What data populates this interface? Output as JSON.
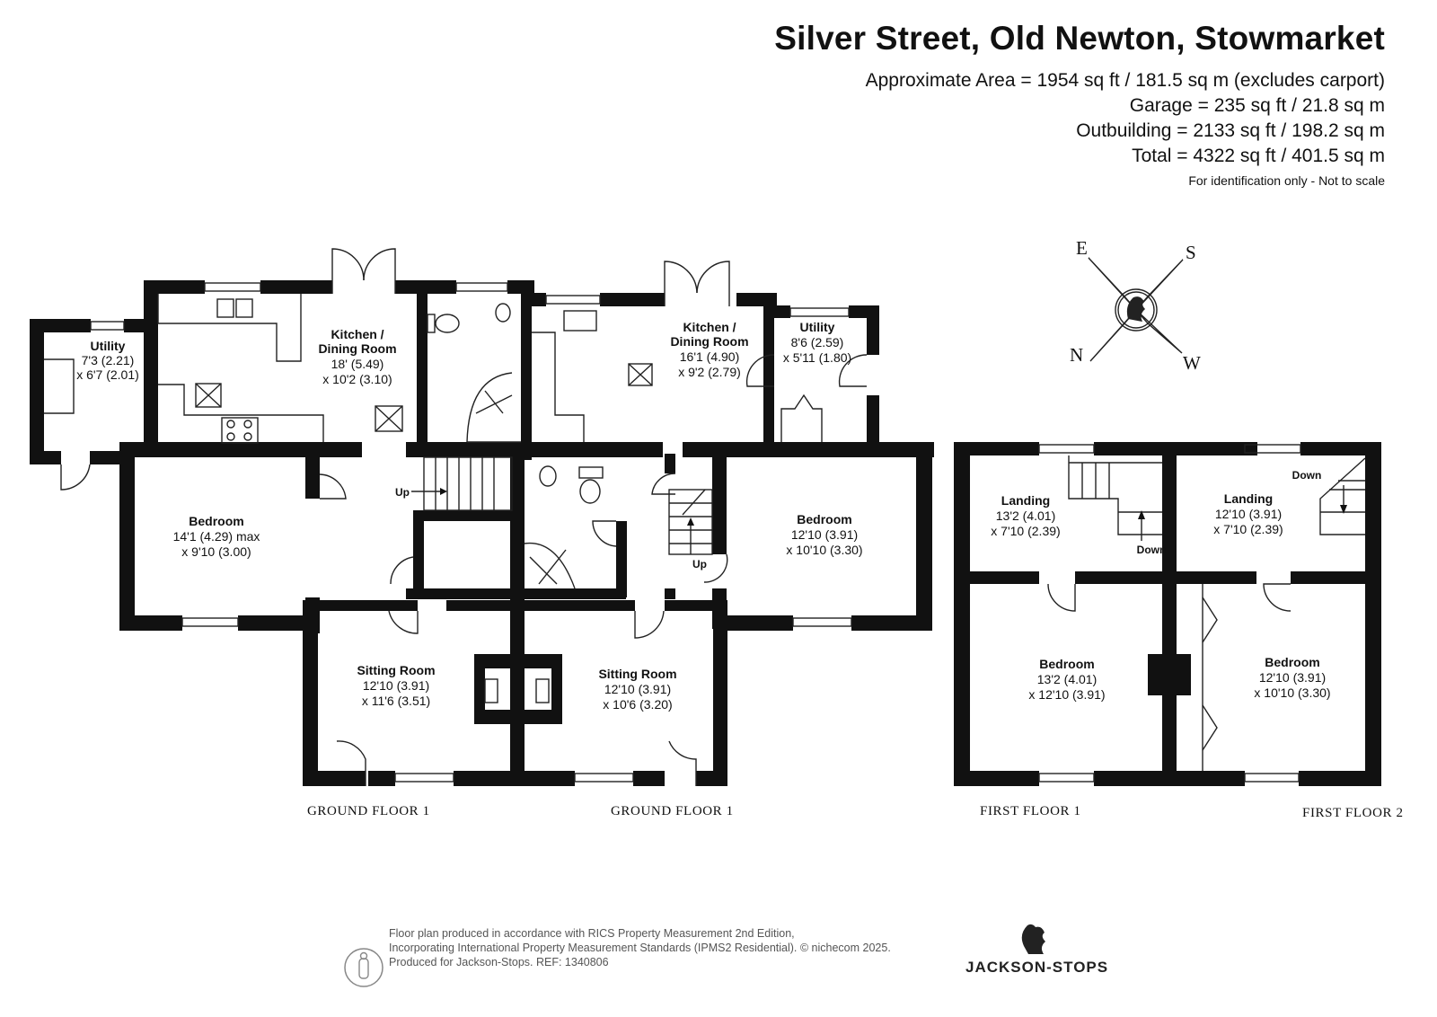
{
  "header": {
    "title": "Silver Street, Old Newton, Stowmarket",
    "area_lines": [
      "Approximate Area = 1954 sq ft / 181.5 sq m (excludes carport)",
      "Garage = 235 sq ft / 21.8 sq m",
      "Outbuilding = 2133 sq ft / 198.2 sq m",
      "Total = 4322 sq ft / 401.5 sq m"
    ],
    "note": "For identification only - Not to scale"
  },
  "compass": {
    "e": "E",
    "s": "S",
    "n": "N",
    "w": "W"
  },
  "rooms": {
    "utility1": {
      "name": "Utility",
      "d1": "7'3 (2.21)",
      "d2": "x 6'7 (2.01)"
    },
    "kitchen1": {
      "name1": "Kitchen /",
      "name2": "Dining Room",
      "d1": "18' (5.49)",
      "d2": "x 10'2 (3.10)"
    },
    "bedroom1": {
      "name": "Bedroom",
      "d1": "14'1 (4.29) max",
      "d2": "x 9'10 (3.00)"
    },
    "sitting1": {
      "name": "Sitting Room",
      "d1": "12'10 (3.91)",
      "d2": "x 11'6 (3.51)"
    },
    "kitchen2": {
      "name1": "Kitchen /",
      "name2": "Dining Room",
      "d1": "16'1 (4.90)",
      "d2": "x 9'2 (2.79)"
    },
    "utility2": {
      "name": "Utility",
      "d1": "8'6 (2.59)",
      "d2": "x 5'11 (1.80)"
    },
    "bedroom2": {
      "name": "Bedroom",
      "d1": "12'10 (3.91)",
      "d2": "x 10'10 (3.30)"
    },
    "sitting2": {
      "name": "Sitting Room",
      "d1": "12'10 (3.91)",
      "d2": "x 10'6 (3.20)"
    },
    "landing1": {
      "name": "Landing",
      "d1": "13'2 (4.01)",
      "d2": "x 7'10 (2.39)"
    },
    "bedroom3": {
      "name": "Bedroom",
      "d1": "13'2 (4.01)",
      "d2": "x 12'10 (3.91)"
    },
    "landing2": {
      "name": "Landing",
      "d1": "12'10 (3.91)",
      "d2": "x 7'10 (2.39)"
    },
    "bedroom4": {
      "name": "Bedroom",
      "d1": "12'10 (3.91)",
      "d2": "x 10'10 (3.30)"
    }
  },
  "stairs": {
    "up": "Up",
    "down": "Down"
  },
  "floors": {
    "ground_a": "GROUND FLOOR 1",
    "ground_b": "GROUND FLOOR 1",
    "first_a": "FIRST FLOOR 1",
    "first_b": "FIRST FLOOR 2"
  },
  "footer": {
    "line1": "Floor plan produced in accordance with RICS Property Measurement 2nd Edition,",
    "line2": "Incorporating International Property Measurement Standards (IPMS2 Residential).  © nichecom 2025.",
    "line3": "Produced for Jackson-Stops.   REF:  1340806",
    "brand": "JACKSON-STOPS"
  }
}
